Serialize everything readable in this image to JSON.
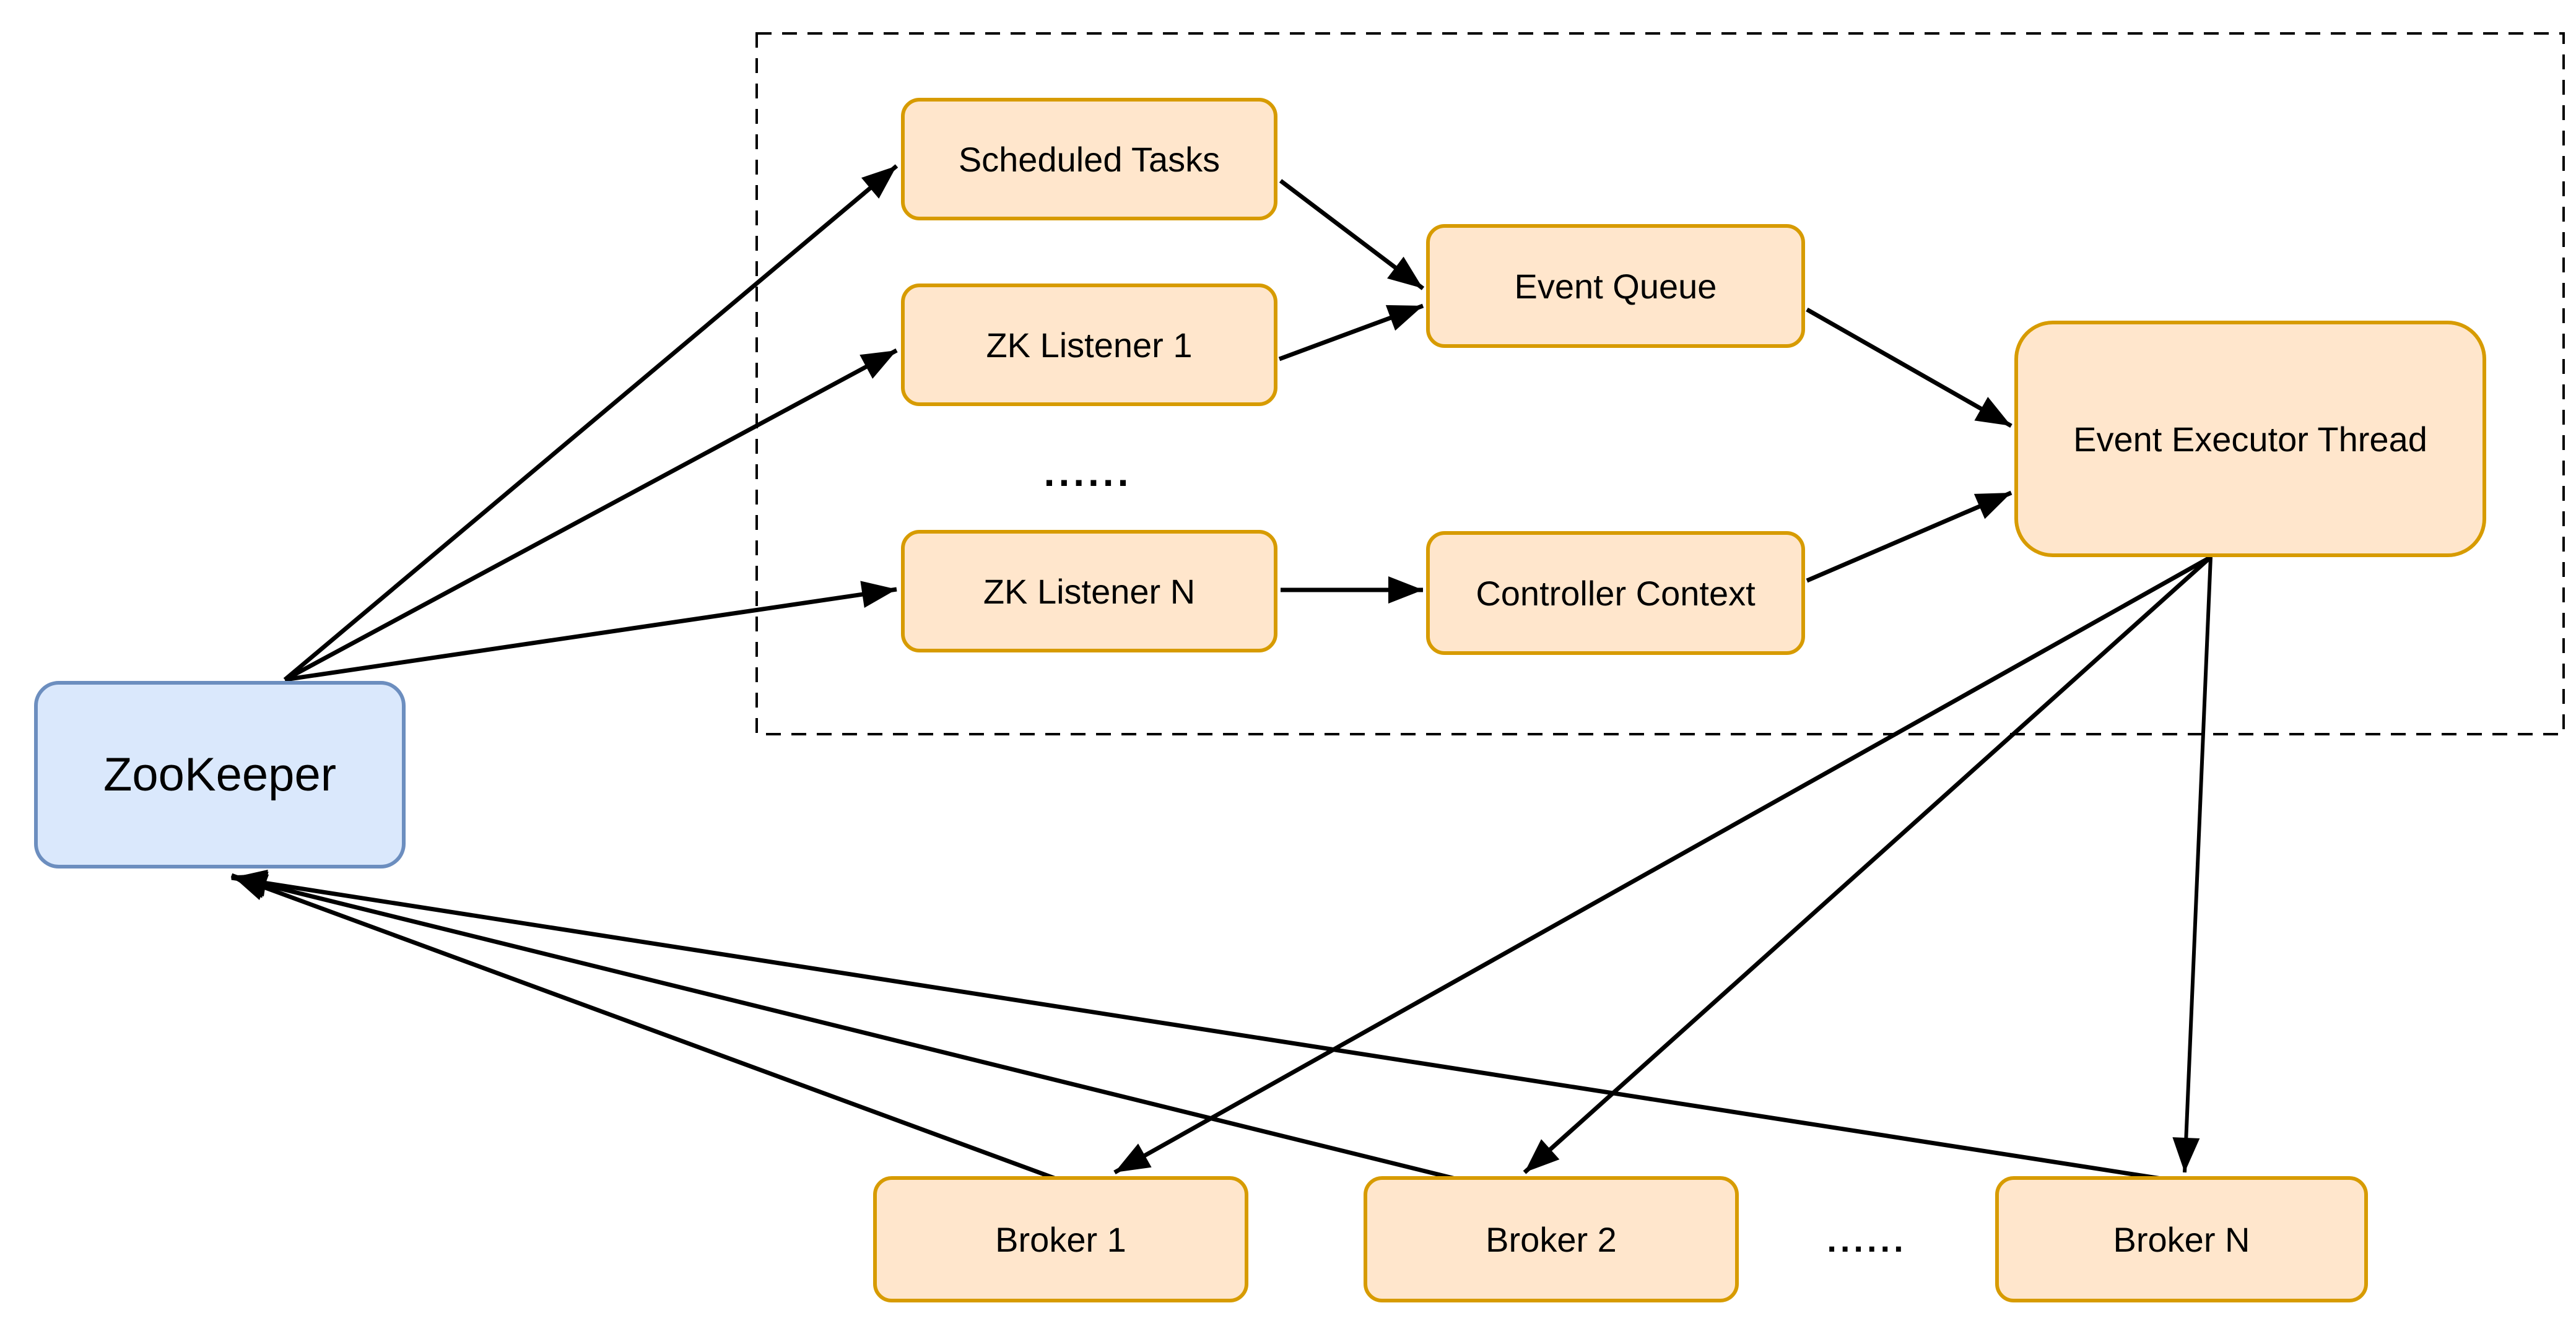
{
  "diagram": {
    "nodes": {
      "zookeeper": {
        "label": "ZooKeeper"
      },
      "scheduled_tasks": {
        "label": "Scheduled Tasks"
      },
      "zk_listener_1": {
        "label": "ZK Listener 1"
      },
      "zk_listener_n": {
        "label": "ZK Listener N"
      },
      "event_queue": {
        "label": "Event Queue"
      },
      "controller_context": {
        "label": "Controller Context"
      },
      "event_executor_thread": {
        "label": "Event Executor Thread"
      },
      "broker_1": {
        "label": "Broker 1"
      },
      "broker_2": {
        "label": "Broker 2"
      },
      "broker_n": {
        "label": "Broker N"
      }
    },
    "ellipsis_listeners": "......",
    "ellipsis_brokers": "......",
    "colors": {
      "node_fill_orange": "#ffe6cc",
      "node_border_orange": "#d79b00",
      "node_fill_blue": "#dae8fc",
      "node_border_blue": "#6c8ebf",
      "edge_color": "#000000",
      "dashed_container_color": "#000000"
    },
    "edges": [
      {
        "from": "zookeeper",
        "to": "scheduled_tasks"
      },
      {
        "from": "zookeeper",
        "to": "zk_listener_1"
      },
      {
        "from": "zookeeper",
        "to": "zk_listener_n"
      },
      {
        "from": "scheduled_tasks",
        "to": "event_queue"
      },
      {
        "from": "zk_listener_1",
        "to": "event_queue"
      },
      {
        "from": "zk_listener_n",
        "to": "controller_context"
      },
      {
        "from": "event_queue",
        "to": "event_executor_thread"
      },
      {
        "from": "controller_context",
        "to": "event_executor_thread"
      },
      {
        "from": "event_executor_thread",
        "to": "broker_1"
      },
      {
        "from": "event_executor_thread",
        "to": "broker_2"
      },
      {
        "from": "event_executor_thread",
        "to": "broker_n"
      },
      {
        "from": "broker_1",
        "to": "zookeeper"
      },
      {
        "from": "broker_2",
        "to": "zookeeper"
      },
      {
        "from": "broker_n",
        "to": "zookeeper"
      }
    ]
  }
}
